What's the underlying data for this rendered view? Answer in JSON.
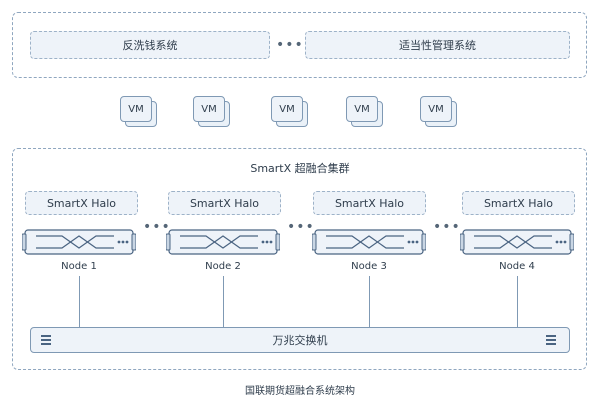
{
  "top_layer": {
    "left_system": "反洗钱系统",
    "ellipsis": "•••",
    "right_system": "适当性管理系统"
  },
  "vm_layer": {
    "vms": [
      "VM",
      "VM",
      "VM",
      "VM",
      "VM"
    ]
  },
  "cluster": {
    "title": "SmartX 超融合集群",
    "nodes": [
      {
        "halo": "SmartX Halo",
        "label": "Node 1"
      },
      {
        "halo": "SmartX Halo",
        "label": "Node 2"
      },
      {
        "halo": "SmartX Halo",
        "label": "Node 3"
      },
      {
        "halo": "SmartX Halo",
        "label": "Node 4"
      }
    ],
    "ellipsis": "•••",
    "switch_label": "万兆交换机"
  },
  "caption": "国联期货超融合系统架构",
  "colors": {
    "line": "#7f99b4",
    "box_fill": "#eef3f9",
    "dashed_border": "#8fa6bf"
  }
}
